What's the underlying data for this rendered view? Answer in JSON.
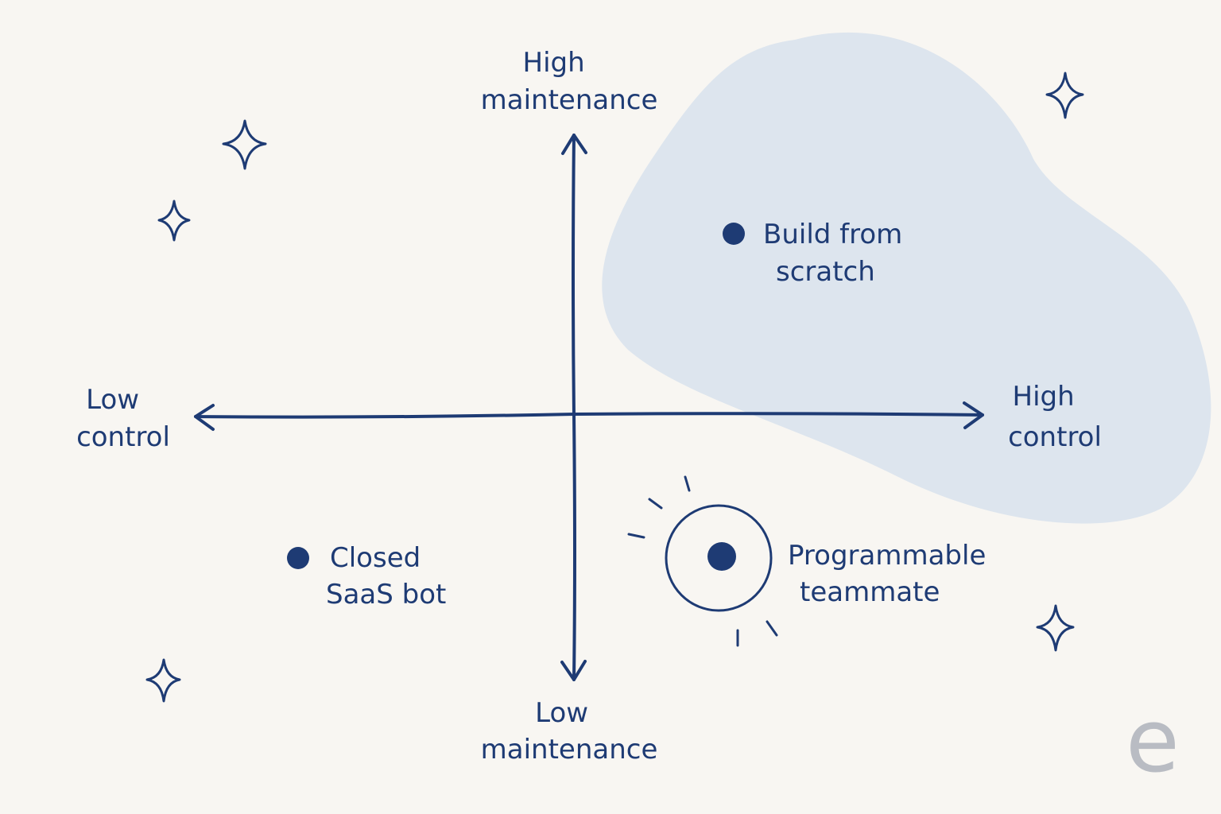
{
  "axes": {
    "top_label": [
      "High",
      "maintenance"
    ],
    "bottom_label": [
      "Low",
      "maintenance"
    ],
    "left_label": [
      "Low",
      "control"
    ],
    "right_label": [
      "High",
      "control"
    ]
  },
  "points": [
    {
      "id": "build-from-scratch",
      "lines": [
        "Build from",
        "scratch"
      ],
      "highlighted": false,
      "zone": true
    },
    {
      "id": "closed-saas-bot",
      "lines": [
        "Closed",
        "SaaS bot"
      ],
      "highlighted": false,
      "zone": false
    },
    {
      "id": "programmable-teammate",
      "lines": [
        "Programmable",
        "teammate"
      ],
      "highlighted": true,
      "zone": false
    }
  ],
  "logo": {
    "letter": "e"
  },
  "colors": {
    "background": "#f8f6f2",
    "ink": "#1e3b74",
    "zone": "#dde5ee",
    "logo": "#b9bcc3"
  }
}
